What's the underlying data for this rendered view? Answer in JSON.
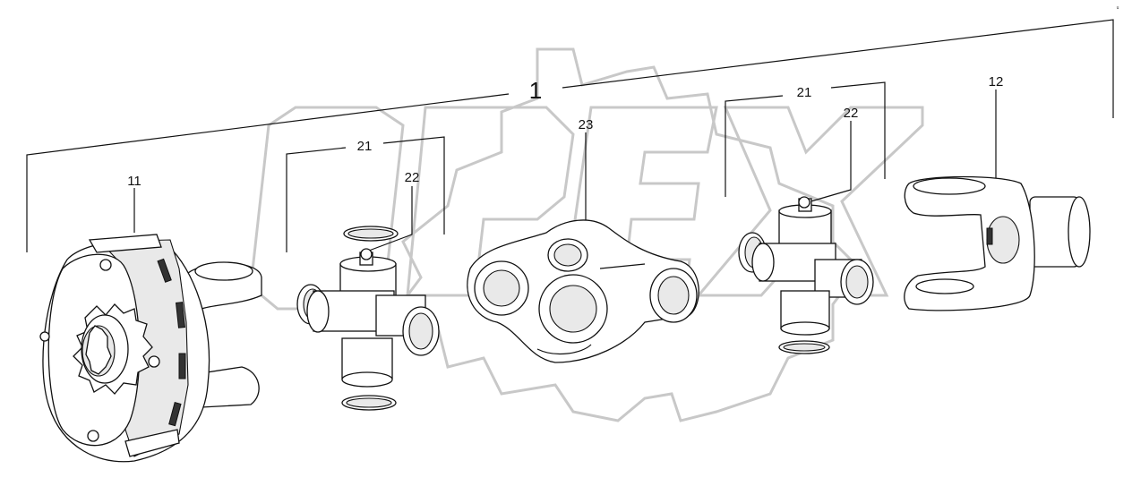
{
  "labels": {
    "assembly": "1",
    "tractor_yoke": "11",
    "implement_yoke": "12",
    "cross_kit_left": "21",
    "cross_kit_right": "21",
    "grease_nipple_left": "22",
    "grease_nipple_right": "22",
    "center_housing": "23"
  },
  "corner_mark": "u"
}
